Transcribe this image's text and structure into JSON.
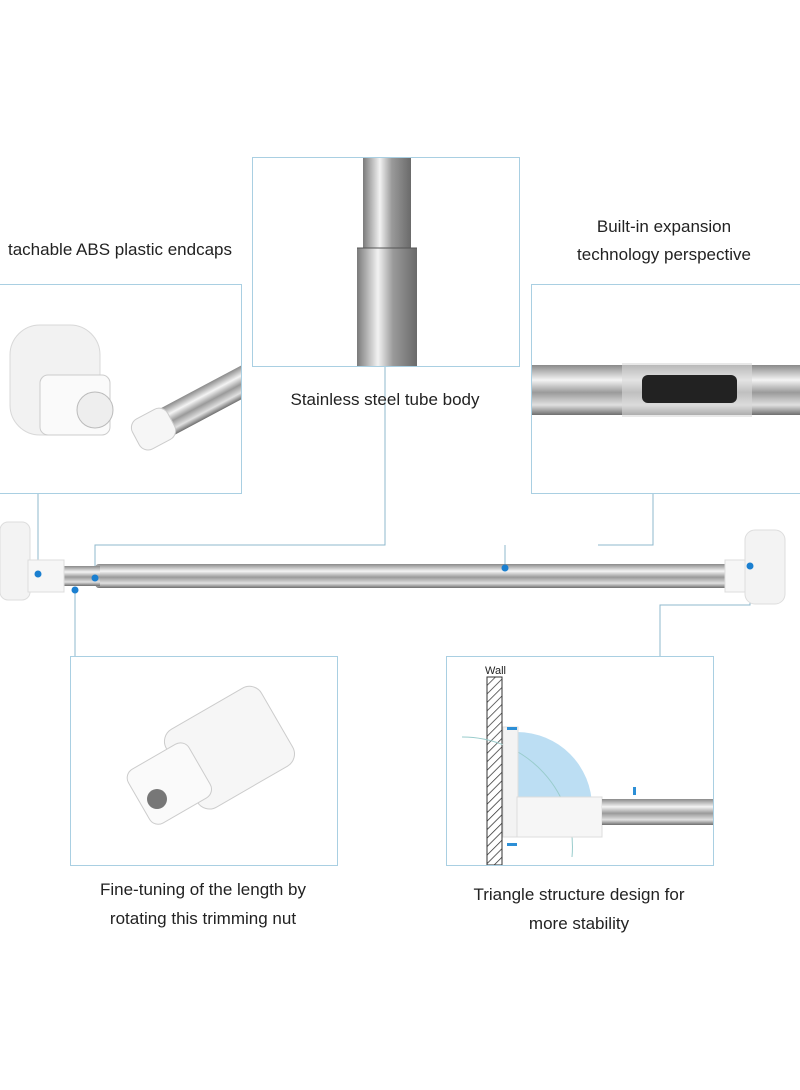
{
  "labels": {
    "endcaps": "tachable ABS plastic endcaps",
    "tube": "Stainless steel tube body",
    "expansion_line1": "Built-in expansion",
    "expansion_line2": "technology perspective",
    "finetune_line1": "Fine-tuning of the length by",
    "finetune_line2": "rotating this trimming nut",
    "triangle_line1": "Triangle structure design for",
    "triangle_line2": "more stability",
    "wall": "Wall"
  },
  "colors": {
    "frame": "#a9cfe2",
    "callout_dot": "#1a7fd0",
    "accent_blue": "#2d8fd6"
  }
}
